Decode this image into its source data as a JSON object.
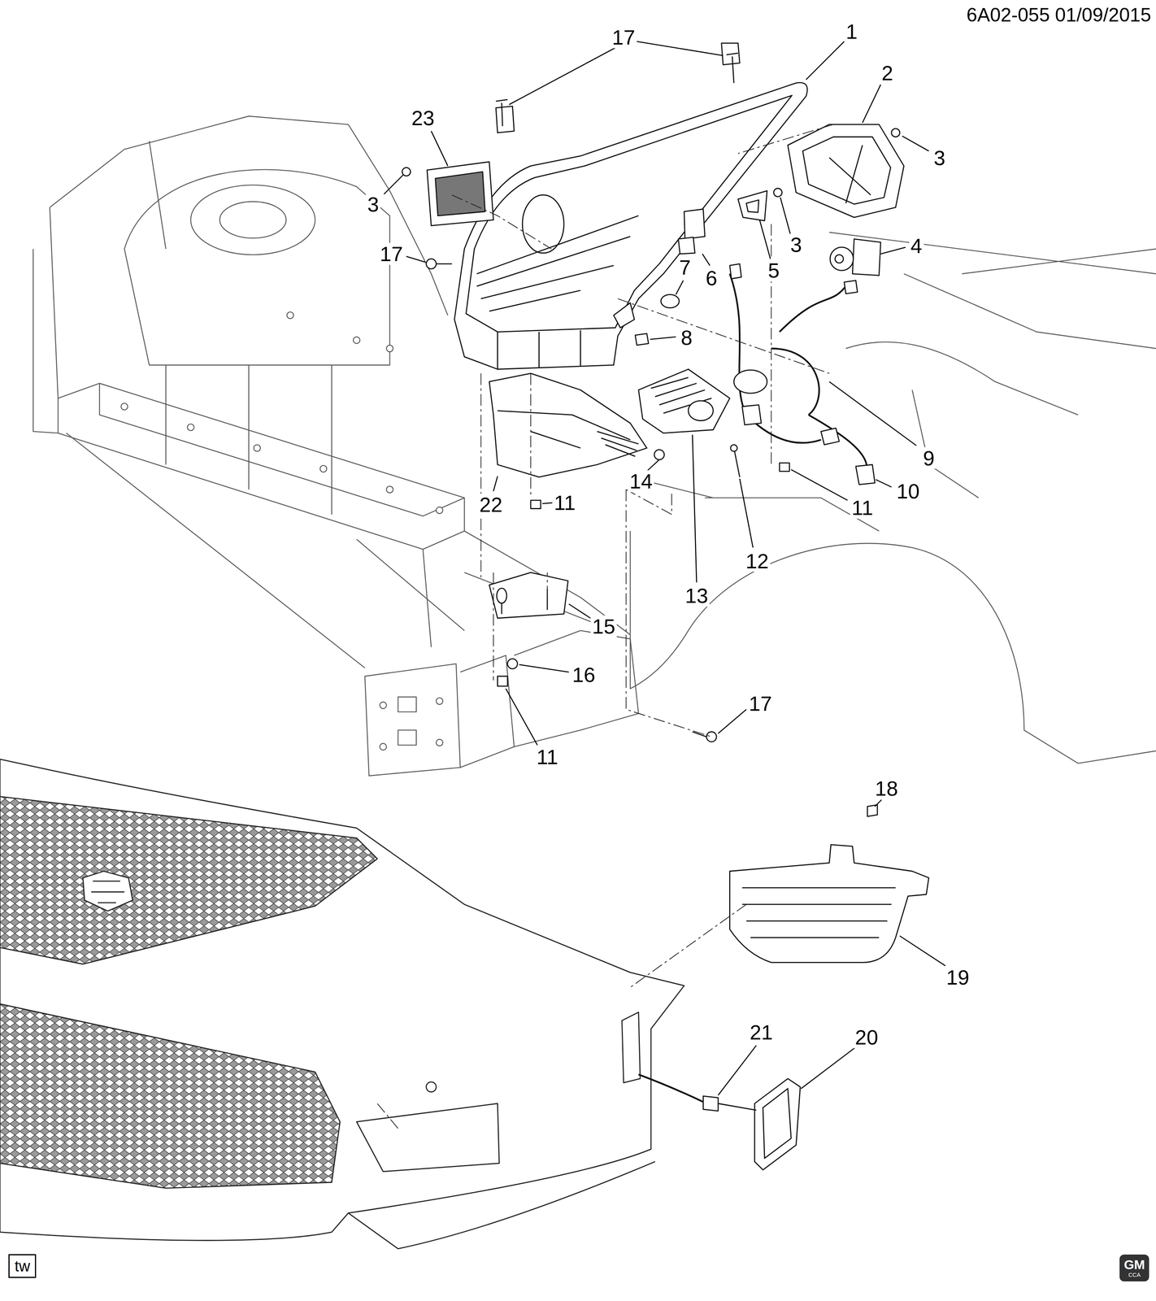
{
  "diagram": {
    "nodes": [
      {
        "text": [
          "tw"
        ]
      },
      {
        "text": [
          "GM",
          "CCA"
        ]
      }
    ],
    "labels": [
      "6A02-055 01/09/2015",
      "1",
      "2",
      "3",
      "17",
      "23",
      "3",
      "17",
      "3",
      "4",
      "5",
      "6",
      "7",
      "8",
      "9",
      "10",
      "11",
      "11",
      "22",
      "14",
      "12",
      "13",
      "15",
      "16",
      "17",
      "11",
      "18",
      "19",
      "21",
      "20"
    ]
  }
}
